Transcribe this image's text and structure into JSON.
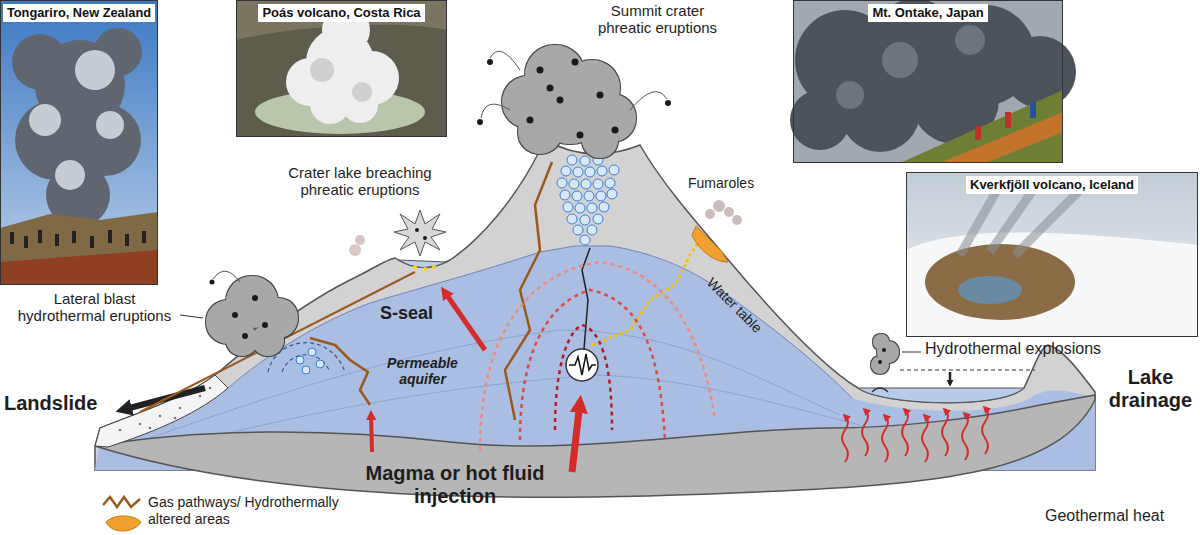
{
  "diagram": {
    "nodes": [
      {
        "text": [
          "Tongariro, New Zealand"
        ]
      },
      {
        "text": [
          "Poás volcano, Costa Rica"
        ]
      },
      {
        "text": [
          "Mt. Ontake, Japan"
        ]
      },
      {
        "text": [
          "Kverkfjöll volcano, Iceland"
        ]
      }
    ],
    "labels": [
      "Summit crater phreatic eruptions",
      "Crater lake breaching phreatic eruptions",
      "Fumaroles",
      "Lateral blast hydrothermal eruptions",
      "S-seal",
      "Permeable aquifer",
      "Water table",
      "Hydrothermal explosions",
      "Landslide",
      "Lake drainage",
      "Magma or hot fluid injection",
      "Geothermal heat"
    ],
    "legend": [
      {
        "text": "Gas pathways/ Hydrothermally altered areas"
      }
    ]
  }
}
